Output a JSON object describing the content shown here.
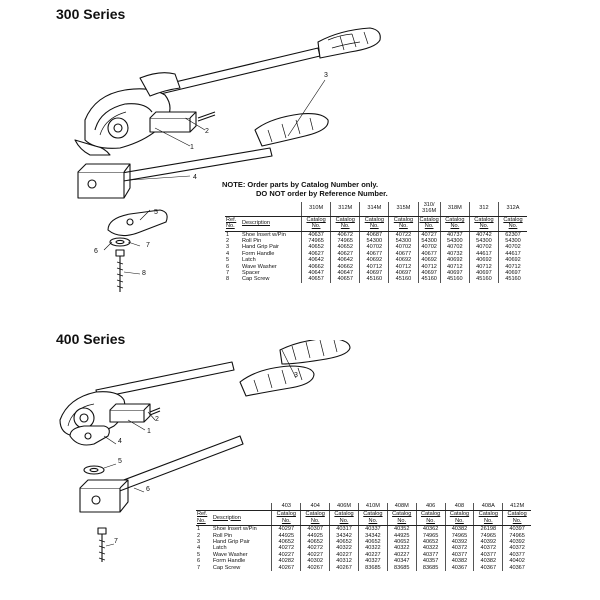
{
  "series300": {
    "title": "300 Series",
    "note_line1": "NOTE: Order parts by Catalog Number only.",
    "note_line2": "DO NOT order by Reference Number.",
    "callouts": [
      "1",
      "2",
      "3",
      "4",
      "5",
      "6",
      "7",
      "8"
    ],
    "ref_header": [
      "Ref.",
      "No."
    ],
    "desc_header": "Description",
    "catalog_header": [
      "Catalog",
      "No."
    ],
    "models": [
      "310M",
      "312M",
      "314M",
      "315M",
      "310/ 316M",
      "318M",
      "312",
      "312A"
    ],
    "rows": [
      {
        "ref": "1",
        "desc": "Shoe Insert w/Pin",
        "vals": [
          "40637",
          "40672",
          "40687",
          "40722",
          "40727",
          "40737",
          "40742",
          "62307"
        ]
      },
      {
        "ref": "2",
        "desc": "Roll Pin",
        "vals": [
          "74965",
          "74965",
          "54300",
          "54300",
          "54300",
          "54300",
          "54300",
          "54300"
        ]
      },
      {
        "ref": "3",
        "desc": "Hand Grip Pair",
        "vals": [
          "40652",
          "40652",
          "40702",
          "40702",
          "40702",
          "40702",
          "40702",
          "40702"
        ]
      },
      {
        "ref": "4",
        "desc": "Form Handle",
        "vals": [
          "40627",
          "40627",
          "40677",
          "40677",
          "40677",
          "40732",
          "44617",
          "44617"
        ]
      },
      {
        "ref": "5",
        "desc": "Latch",
        "vals": [
          "40642",
          "40642",
          "40692",
          "40692",
          "40692",
          "40692",
          "40692",
          "40692"
        ]
      },
      {
        "ref": "6",
        "desc": "Wave Washer",
        "vals": [
          "40662",
          "40662",
          "40712",
          "40712",
          "40712",
          "40712",
          "40712",
          "40712"
        ]
      },
      {
        "ref": "7",
        "desc": "Spacer",
        "vals": [
          "40647",
          "40647",
          "40697",
          "40697",
          "40697",
          "40697",
          "40697",
          "40697"
        ]
      },
      {
        "ref": "8",
        "desc": "Cap Screw",
        "vals": [
          "40657",
          "40657",
          "45160",
          "45160",
          "45160",
          "45160",
          "45160",
          "45160"
        ]
      }
    ]
  },
  "series400": {
    "title": "400 Series",
    "callouts": [
      "1",
      "2",
      "3",
      "4",
      "5",
      "6",
      "7"
    ],
    "ref_header": [
      "Ref.",
      "No."
    ],
    "desc_header": "Description",
    "catalog_header": [
      "Catalog",
      "No."
    ],
    "models": [
      "403",
      "404",
      "406M",
      "410M",
      "408M",
      "406",
      "408",
      "408A",
      "412M"
    ],
    "rows": [
      {
        "ref": "1",
        "desc": "Shoe Insert w/Pin",
        "vals": [
          "40297",
          "40307",
          "40317",
          "40337",
          "40352",
          "40362",
          "40382",
          "26198",
          "40397"
        ]
      },
      {
        "ref": "2",
        "desc": "Roll Pin",
        "vals": [
          "44925",
          "44925",
          "34342",
          "34342",
          "44925",
          "74965",
          "74965",
          "74965",
          "74965"
        ]
      },
      {
        "ref": "3",
        "desc": "Hand Grip Pair",
        "vals": [
          "40652",
          "40652",
          "40652",
          "40652",
          "40652",
          "40652",
          "40392",
          "40392",
          "40392"
        ]
      },
      {
        "ref": "4",
        "desc": "Latch",
        "vals": [
          "40272",
          "40272",
          "40322",
          "40322",
          "40322",
          "40322",
          "40372",
          "40372",
          "40372"
        ]
      },
      {
        "ref": "5",
        "desc": "Wave Washer",
        "vals": [
          "40227",
          "40227",
          "40227",
          "40227",
          "40227",
          "40377",
          "40377",
          "40377",
          "40377"
        ]
      },
      {
        "ref": "6",
        "desc": "Form Handle",
        "vals": [
          "40282",
          "40302",
          "40312",
          "40327",
          "40347",
          "40357",
          "40382",
          "40382",
          "40402"
        ]
      },
      {
        "ref": "7",
        "desc": "Cap Screw",
        "vals": [
          "40267",
          "40267",
          "40267",
          "83685",
          "83685",
          "83685",
          "40367",
          "40367",
          "40367"
        ]
      }
    ]
  }
}
